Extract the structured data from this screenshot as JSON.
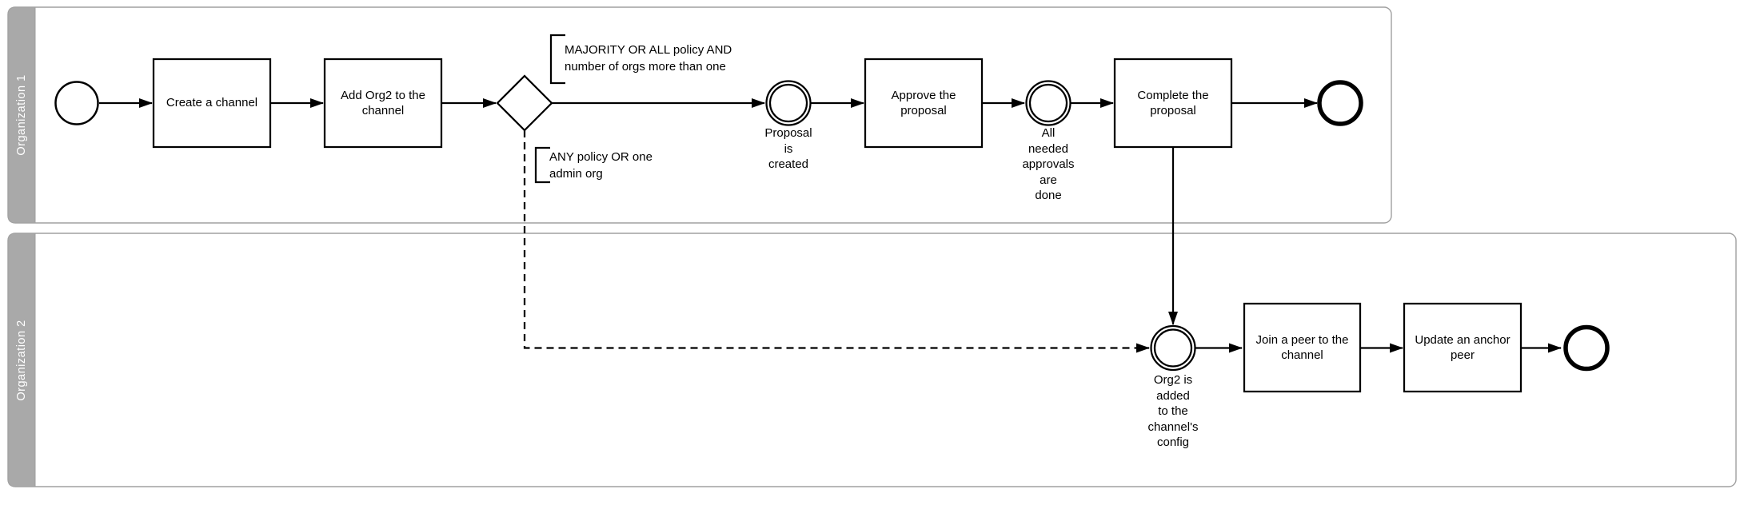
{
  "diagram": {
    "type": "bpmn-swimlane-flowchart",
    "background_color": "#ffffff",
    "shape_stroke_color": "#000000",
    "lane_border_color": "#a0a0a0",
    "lane_band_color": "#a9a9a9",
    "lane_band_text_color": "#ffffff",
    "shape_fill_color": "#ffffff"
  },
  "lanes": [
    {
      "label": "Organization 1"
    },
    {
      "label": "Organization 2"
    }
  ],
  "tasks": {
    "create_channel": "Create a channel",
    "add_org2": "Add Org2 to the\nchannel",
    "approve": "Approve the\nproposal",
    "complete": "Complete the\nproposal",
    "join_peer": "Join a peer to the\nchannel",
    "update_anchor": "Update an anchor\npeer"
  },
  "events": {
    "proposal_created": "Proposal\nis\ncreated",
    "approvals_done": "All\nneeded\napprovals\nare\ndone",
    "org2_added": "Org2 is\nadded\nto the\nchannel's\nconfig"
  },
  "annotations": {
    "majority_policy": "MAJORITY OR ALL policy AND\nnumber of orgs more than one",
    "any_policy": "ANY policy OR one\nadmin org"
  }
}
